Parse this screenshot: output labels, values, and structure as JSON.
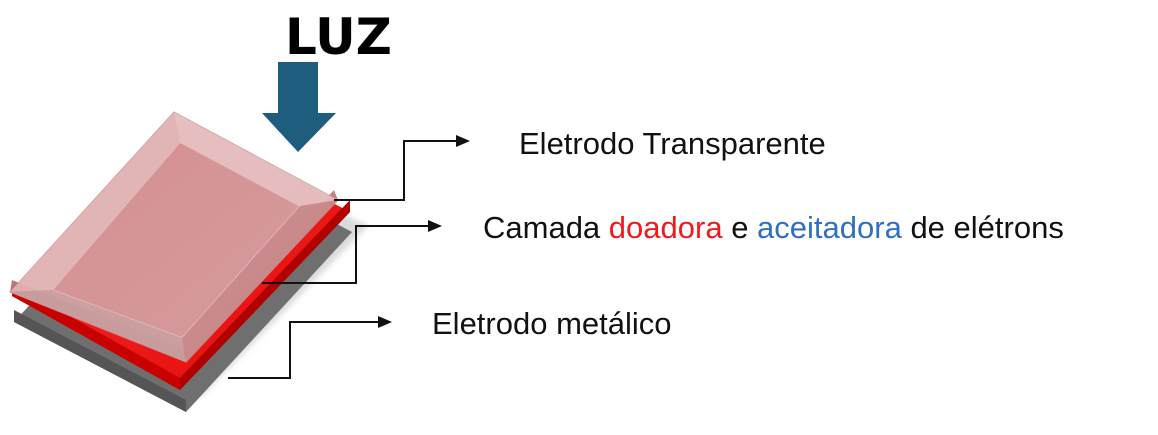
{
  "diagram": {
    "title": "LUZ",
    "labels": {
      "top": "Eletrodo Transparente",
      "middle": {
        "part1": "Camada ",
        "donor": "doadora",
        "part2": " e ",
        "acceptor": "aceitadora",
        "part3": " de elétrons"
      },
      "bottom": "Eletrodo metálico"
    },
    "colors": {
      "arrow": "#1e5d7e",
      "transparent_electrode": "#d99a9c",
      "active_layer": "#ee1111",
      "metal_electrode": "#6f6f6f",
      "donor_text": "#f2191c",
      "acceptor_text": "#2f6fc4"
    }
  }
}
